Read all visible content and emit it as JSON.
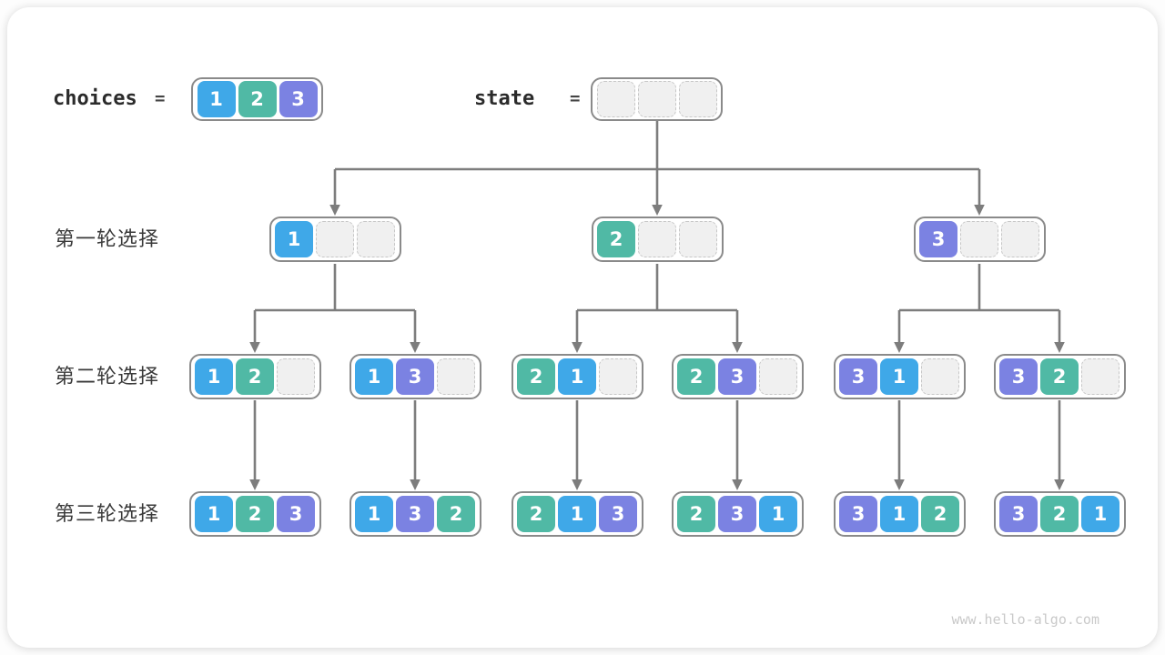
{
  "header": {
    "choices_label": "choices",
    "equals": "=",
    "choices_values": [
      "1",
      "2",
      "3"
    ],
    "state_values": [
      null,
      null,
      null
    ],
    "state_label": "state"
  },
  "rows": [
    {
      "label": "第一轮选择",
      "nodes": [
        [
          "1",
          null,
          null
        ],
        [
          "2",
          null,
          null
        ],
        [
          "3",
          null,
          null
        ]
      ]
    },
    {
      "label": "第二轮选择",
      "nodes": [
        [
          "1",
          "2",
          null
        ],
        [
          "1",
          "3",
          null
        ],
        [
          "2",
          "1",
          null
        ],
        [
          "2",
          "3",
          null
        ],
        [
          "3",
          "1",
          null
        ],
        [
          "3",
          "2",
          null
        ]
      ]
    },
    {
      "label": "第三轮选择",
      "nodes": [
        [
          "1",
          "2",
          "3"
        ],
        [
          "1",
          "3",
          "2"
        ],
        [
          "2",
          "1",
          "3"
        ],
        [
          "2",
          "3",
          "1"
        ],
        [
          "3",
          "1",
          "2"
        ],
        [
          "3",
          "2",
          "1"
        ]
      ]
    }
  ],
  "colors": {
    "value_1": "#3fa8e8",
    "value_2": "#50b9a5",
    "value_3": "#7b82e2",
    "empty_bg": "#f0f0f0",
    "empty_border": "#c7c7c7",
    "node_border": "#8a8a8a",
    "arrow": "#7d7d7d"
  },
  "watermark": "www.hello-algo.com"
}
